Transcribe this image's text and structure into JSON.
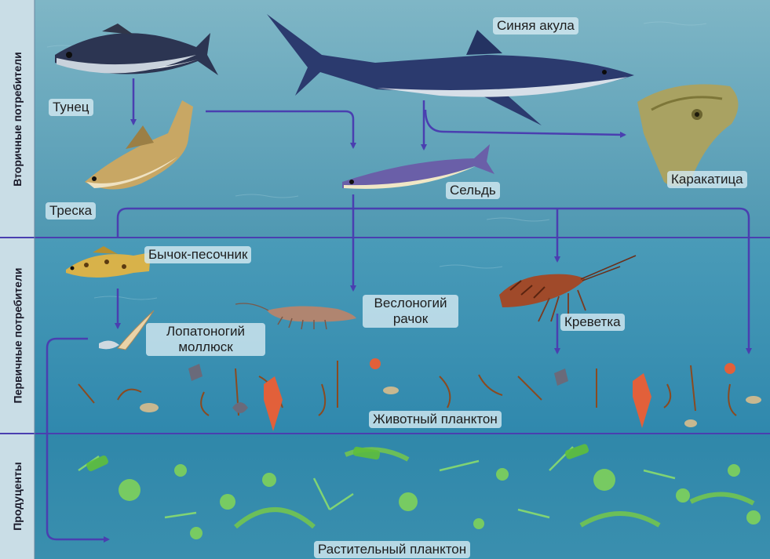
{
  "zones": {
    "secondary": "Вторичные потребители",
    "primary": "Первичные потребители",
    "producers": "Продуценты"
  },
  "labels": {
    "tuna": "Тунец",
    "blue_shark": "Синяя акула",
    "cod": "Треска",
    "herring": "Сельдь",
    "cuttlefish": "Каракатица",
    "goby": "Бычок-песочник",
    "copepod": "Веслоногий рачок",
    "shrimp": "Креветка",
    "pteropod": "Лопатоногий моллюск",
    "zooplankton": "Животный планктон",
    "phytoplankton": "Растительный планктон"
  },
  "colors": {
    "arrow": "#4a3fb0",
    "divider": "#4a3fb0",
    "water_top": "#5d9fb5",
    "water_mid": "#3f92b3",
    "water_low": "#2e86a8",
    "sidebar": "#c9dde6"
  }
}
